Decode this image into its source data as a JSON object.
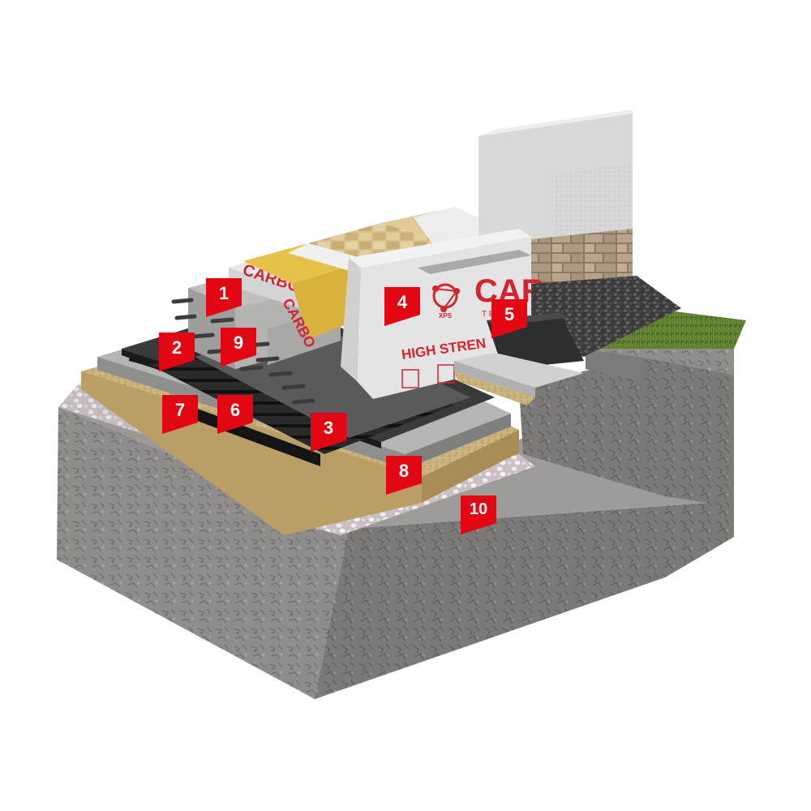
{
  "diagram": {
    "layer_markers": [
      {
        "id": "marker-1",
        "number": "1"
      },
      {
        "id": "marker-2",
        "number": "2"
      },
      {
        "id": "marker-3",
        "number": "3"
      },
      {
        "id": "marker-4",
        "number": "4"
      },
      {
        "id": "marker-5",
        "number": "5"
      },
      {
        "id": "marker-6",
        "number": "6"
      },
      {
        "id": "marker-7",
        "number": "7"
      },
      {
        "id": "marker-8",
        "number": "8"
      },
      {
        "id": "marker-9",
        "number": "9"
      },
      {
        "id": "marker-10",
        "number": "10"
      }
    ],
    "board_text": {
      "badge": "XPS",
      "brand": "CAR",
      "brand_sub": "T E",
      "strength": "HIGH STREN",
      "side_brand": "CARBO",
      "side_brand_2": "CARBO"
    },
    "colors": {
      "marker_red": "#e30613",
      "xps_board": "#e6e6e6",
      "brand_red": "#d3242f",
      "membrane": "#2a2a2a",
      "concrete": "#a3a3a3",
      "sand": "#c9b27c",
      "gravel": "#d9d4d6",
      "soil": "#8b8b88",
      "grass": "#4e6e24",
      "stone_cladding": "#b59f84",
      "tiles": "#d8c08a",
      "insulation_yellow": "#e6c24a"
    }
  }
}
